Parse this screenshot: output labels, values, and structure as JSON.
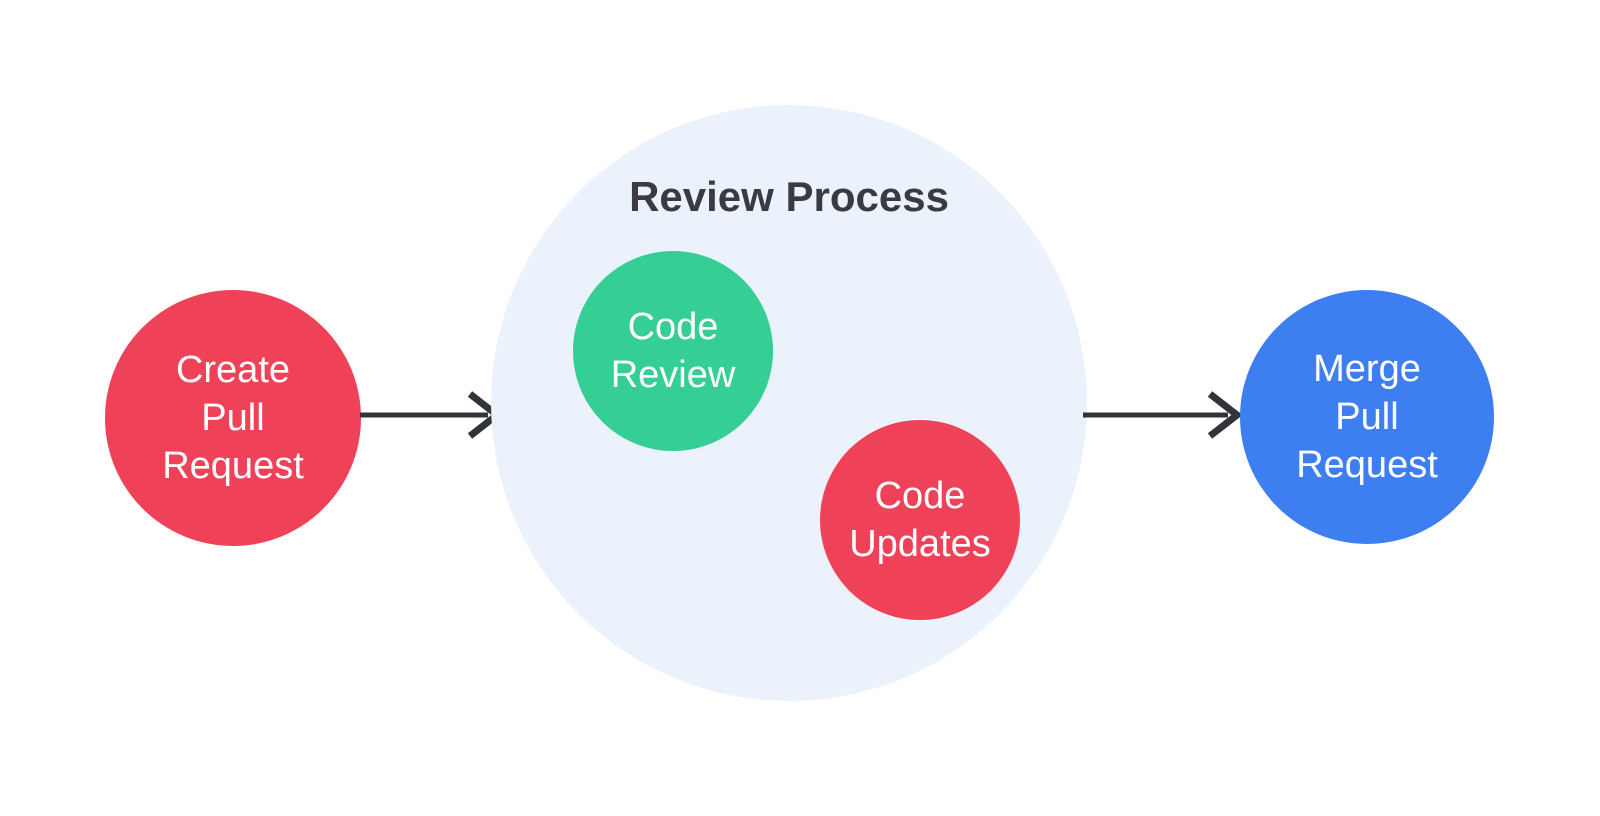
{
  "background": "#FFFFFF",
  "group": {
    "title": "Review Process",
    "fill": "#EBF2FC",
    "title_color": "#3A3A42"
  },
  "nodes": {
    "create_pull_request": {
      "label": "Create Pull Request",
      "lines": [
        "Create",
        "Pull",
        "Request"
      ],
      "fill": "#EF4258",
      "text_color": "#FFFFFF"
    },
    "code_review": {
      "label": "Code Review",
      "lines": [
        "Code",
        "Review"
      ],
      "fill": "#35CE95",
      "text_color": "#FFFFFF",
      "parent": "review_process"
    },
    "code_updates": {
      "label": "Code Updates",
      "lines": [
        "Code",
        "Updates"
      ],
      "fill": "#EF4258",
      "text_color": "#FFFFFF",
      "parent": "review_process"
    },
    "merge_pull_request": {
      "label": "Merge Pull Request",
      "lines": [
        "Merge",
        "Pull",
        "Request"
      ],
      "fill": "#3D7FF0",
      "text_color": "#FFFFFF"
    }
  },
  "edges": [
    {
      "from": "create_pull_request",
      "to": "review_process",
      "color": "#33333B"
    },
    {
      "from": "review_process",
      "to": "merge_pull_request",
      "color": "#33333B"
    }
  ]
}
